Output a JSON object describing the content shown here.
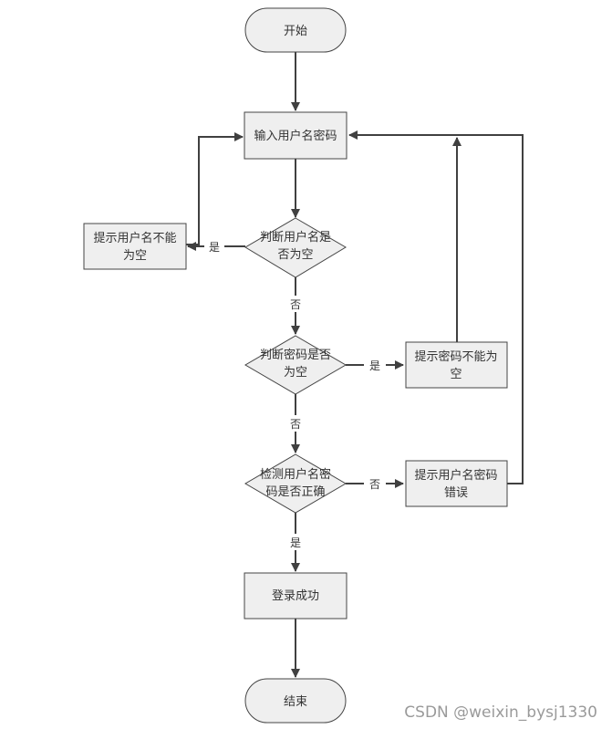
{
  "nodes": {
    "start": "开始",
    "input": "输入用户名密码",
    "check_user": [
      "判断用户名是",
      "否为空"
    ],
    "user_empty": [
      "提示用户名不能",
      "为空"
    ],
    "check_pwd": [
      "判断密码是否",
      "为空"
    ],
    "pwd_empty": [
      "提示密码不能为",
      "空"
    ],
    "verify": [
      "检测用户名密",
      "码是否正确"
    ],
    "wrong": [
      "提示用户名密码",
      "错误"
    ],
    "success": "登录成功",
    "end": "结束"
  },
  "edges": {
    "user_yes": "是",
    "user_no": "否",
    "pwd_yes": "是",
    "pwd_no": "否",
    "verify_no": "否",
    "verify_yes": "是"
  },
  "watermark": "CSDN @weixin_bysj1330"
}
